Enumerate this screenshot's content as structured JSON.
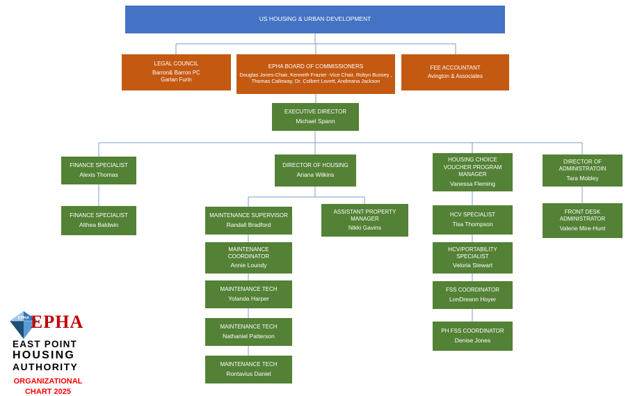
{
  "page": {
    "title": "EPHA Organizational Chart 2025"
  },
  "colors": {
    "hud_blue": "#4472C4",
    "leadership_orange": "#C45911",
    "staff_green": "#538135",
    "connector_blue": "#7D9BC8",
    "brand_red": "#C00000",
    "caption_red": "#FF0000",
    "logo_dark_blue": "#1F4E79",
    "logo_mid_blue": "#2E75B6",
    "logo_light_blue": "#5B9BD5",
    "logo_pale_blue": "#9DC3E6"
  },
  "nodes": {
    "hud": {
      "title": "US HOUSING & URBAN DEVELOPMENT"
    },
    "legal": {
      "title": "LEGAL COUNCIL",
      "subtitle": "Barron& Barron PC\nGarlan Furin"
    },
    "board": {
      "title": "EPHA BOARD OF COMMISSIONERS",
      "subtitle": "Douglas Jones-Chair, Kenneth Frazier -Vice Chair, Robyn Bussey , Thomas Calloway, Dr. Colbert Lovett, Andreana Jackson"
    },
    "fee": {
      "title": "FEE ACCOUNTANT",
      "subtitle": "Avington & Associates"
    },
    "exec": {
      "title": "EXECUTIVE DIRECTOR",
      "subtitle": "Michael Spann"
    },
    "finance_1": {
      "title": "FINANCE SPECIALIST",
      "subtitle": "Alexis Thomas"
    },
    "housing_director": {
      "title": "DIRECTOR OF HOUSING",
      "subtitle": "Ariana Wilkins"
    },
    "hcv_manager": {
      "title": "HOUSING CHOICE VOUCHER PROGRAM MANAGER",
      "subtitle": "Vanessa Fleming"
    },
    "admin_director": {
      "title": "DIRECTOR OF ADMINISTRATOIN",
      "subtitle": "Tara Mobley"
    },
    "finance_2": {
      "title": "FINANCE SPECIALIST",
      "subtitle": "Althea Baldwin"
    },
    "maintenance_supervisor": {
      "title": "MAINTENANCE SUPERVISOR",
      "subtitle": "Randall Bradford"
    },
    "assistant_property_manager": {
      "title": "ASSISTANT PROPERTY MANAGER",
      "subtitle": "Nikki Gavins"
    },
    "hcv_specialist": {
      "title": "HCV SPECIALIST",
      "subtitle": "Tisa Thompson"
    },
    "front_desk": {
      "title": "FRONT DESK ADMINISTRATOR",
      "subtitle": "Valerie Mire-Hunt"
    },
    "maintenance_coordinator": {
      "title": "MAINTENANCE COORDINATOR",
      "subtitle": "Annie Loundy"
    },
    "maintenance_tech_1": {
      "title": "MAINTENANCE TECH",
      "subtitle": "Yolanda Harper"
    },
    "maintenance_tech_2": {
      "title": "MAINTENANCE TECH",
      "subtitle": "Nathaniel Patterson"
    },
    "maintenance_tech_3": {
      "title": "MAINTENANCE TECH",
      "subtitle": "Rontavius Daniel"
    },
    "hcv_portability": {
      "title": "HCV/PORTABILITY SPECIALIST",
      "subtitle": "Veloria Stewart"
    },
    "fss_coordinator": {
      "title": "FSS COORDINATOR",
      "subtitle": "LonDreann Hoyer"
    },
    "ph_fss_coordinator": {
      "title": "PH FSS COORDINATOR",
      "subtitle": "Denise Jones"
    }
  },
  "logo": {
    "brand": "EPHA",
    "diamond_label": "EPHA",
    "name_line1": "EAST POINT",
    "name_line2": "HOUSING",
    "name_line3": "AUTHORITY",
    "caption_line1": "ORGANIZATIONAL",
    "caption_line2": "CHART 2025"
  }
}
